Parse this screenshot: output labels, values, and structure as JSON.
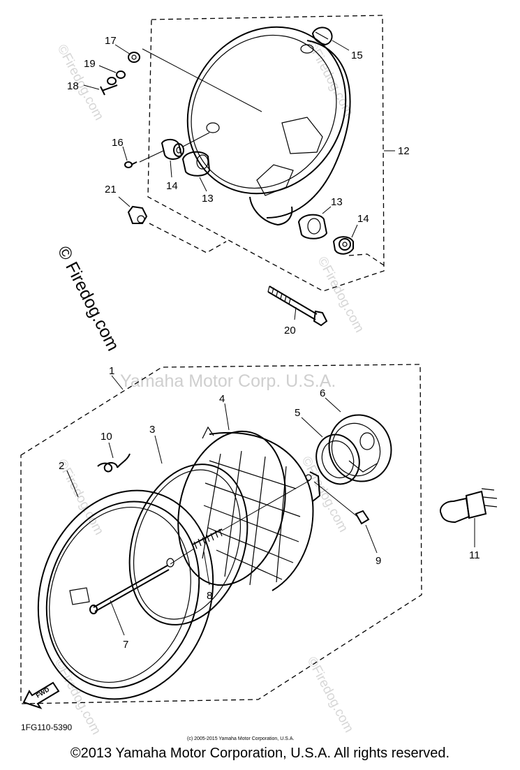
{
  "watermarks": {
    "firedog": "© Firedog.com",
    "firedog_short": "©Firedog.com",
    "yamaha": "Yamaha Motor Corp. U.S.A."
  },
  "part_labels": {
    "p1": "1",
    "p2": "2",
    "p3": "3",
    "p4": "4",
    "p5": "5",
    "p6": "6",
    "p7": "7",
    "p8": "8",
    "p9": "9",
    "p10": "10",
    "p11": "11",
    "p12": "12",
    "p13a": "13",
    "p13b": "13",
    "p14a": "14",
    "p14b": "14",
    "p15": "15",
    "p16": "16",
    "p17": "17",
    "p18": "18",
    "p19": "19",
    "p20": "20",
    "p21": "21"
  },
  "fwd_label": "FWD",
  "diagram_code": "1FG110-5390",
  "small_copyright": "(c) 2005-2015 Yamaha Motor Corporation, U.S.A.",
  "footer": "©2013 Yamaha Motor Corporation, U.S.A. All rights reserved."
}
